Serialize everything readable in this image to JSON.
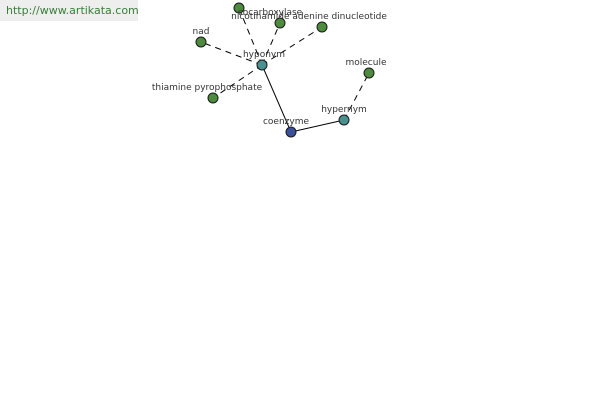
{
  "header": {
    "url": "http://www.artikata.com"
  },
  "colors": {
    "leaf_node": "#4e8b3f",
    "hub_node": "#4a9090",
    "center_node": "#3b4f9a",
    "url_text": "#3a7d3a"
  },
  "graph": {
    "nodes": [
      {
        "id": "coenzyme",
        "label": "coenzyme",
        "kind": "center"
      },
      {
        "id": "hyponym",
        "label": "hyponym",
        "kind": "hub"
      },
      {
        "id": "hypernym",
        "label": "hypernym",
        "kind": "hub"
      },
      {
        "id": "nad",
        "label": "nad",
        "kind": "leaf"
      },
      {
        "id": "cocarboxylase",
        "label": "cocarboxylase",
        "kind": "leaf"
      },
      {
        "id": "nicotinamide-adenine-dinucleotide",
        "label": "nicotinamide adenine dinucleotide",
        "kind": "leaf"
      },
      {
        "id": "nicotinamide-adenine-dinucleotide-2",
        "label": "",
        "kind": "leaf"
      },
      {
        "id": "thiamine-pyrophosphate",
        "label": "thiamine pyrophosphate",
        "kind": "leaf"
      },
      {
        "id": "molecule",
        "label": "molecule",
        "kind": "leaf"
      }
    ],
    "edges": [
      {
        "from": "coenzyme",
        "to": "hyponym",
        "style": "solid"
      },
      {
        "from": "coenzyme",
        "to": "hypernym",
        "style": "solid"
      },
      {
        "from": "hyponym",
        "to": "nad",
        "style": "dashed"
      },
      {
        "from": "hyponym",
        "to": "cocarboxylase",
        "style": "dashed"
      },
      {
        "from": "hyponym",
        "to": "nicotinamide-adenine-dinucleotide",
        "style": "dashed"
      },
      {
        "from": "hyponym",
        "to": "nicotinamide-adenine-dinucleotide-2",
        "style": "dashed"
      },
      {
        "from": "hyponym",
        "to": "thiamine-pyrophosphate",
        "style": "dashed"
      },
      {
        "from": "hypernym",
        "to": "molecule",
        "style": "dashed"
      }
    ]
  }
}
